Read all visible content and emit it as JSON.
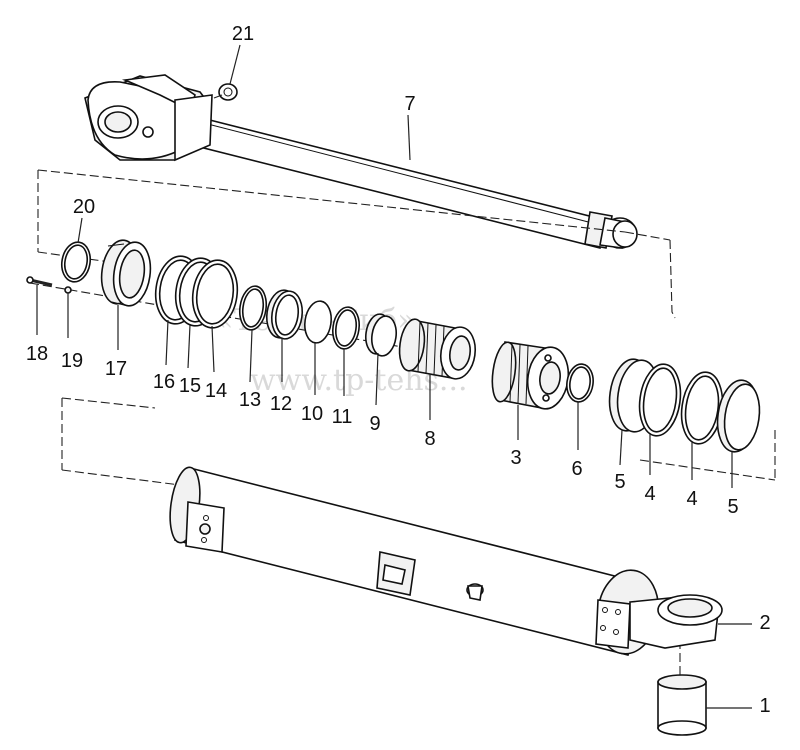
{
  "watermark": {
    "line1": "«Техно-Сиб»",
    "line2": "www.tp-tehs..."
  },
  "callouts": [
    {
      "id": "c1",
      "label": "1"
    },
    {
      "id": "c2",
      "label": "2"
    },
    {
      "id": "c3",
      "label": "3"
    },
    {
      "id": "c4a",
      "label": "4"
    },
    {
      "id": "c4b",
      "label": "4"
    },
    {
      "id": "c5a",
      "label": "5"
    },
    {
      "id": "c5b",
      "label": "5"
    },
    {
      "id": "c6",
      "label": "6"
    },
    {
      "id": "c7",
      "label": "7"
    },
    {
      "id": "c8",
      "label": "8"
    },
    {
      "id": "c9",
      "label": "9"
    },
    {
      "id": "c10",
      "label": "10"
    },
    {
      "id": "c11",
      "label": "11"
    },
    {
      "id": "c12",
      "label": "12"
    },
    {
      "id": "c13",
      "label": "13"
    },
    {
      "id": "c14",
      "label": "14"
    },
    {
      "id": "c15",
      "label": "15"
    },
    {
      "id": "c16",
      "label": "16"
    },
    {
      "id": "c17",
      "label": "17"
    },
    {
      "id": "c18",
      "label": "18"
    },
    {
      "id": "c19",
      "label": "19"
    },
    {
      "id": "c20",
      "label": "20"
    },
    {
      "id": "c21",
      "label": "21"
    }
  ]
}
